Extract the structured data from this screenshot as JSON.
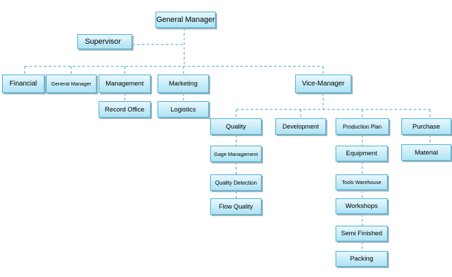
{
  "org_chart": {
    "top": "General Manager",
    "supervisor": "Supervisor",
    "departments": [
      "Financial",
      "General Manager",
      "Management",
      "Marketing",
      "Vice-Manager"
    ],
    "management_sub": "Record Office",
    "marketing_sub": "Logistics",
    "vice_manager_units": [
      "Quality",
      "Development",
      "Production Plan",
      "Purchase"
    ],
    "quality_chain": [
      "Gage Management",
      "Quality Detection",
      "Flow Quality"
    ],
    "production_chain": [
      "Equipment",
      "Tools Warehouse",
      "Workshops",
      "Semi Finished",
      "Packing"
    ],
    "purchase_sub": "Material"
  },
  "colors": {
    "connector": "#3fa3c9",
    "node_border": "#4aaed3",
    "node_fill": "#c6ecf8"
  }
}
